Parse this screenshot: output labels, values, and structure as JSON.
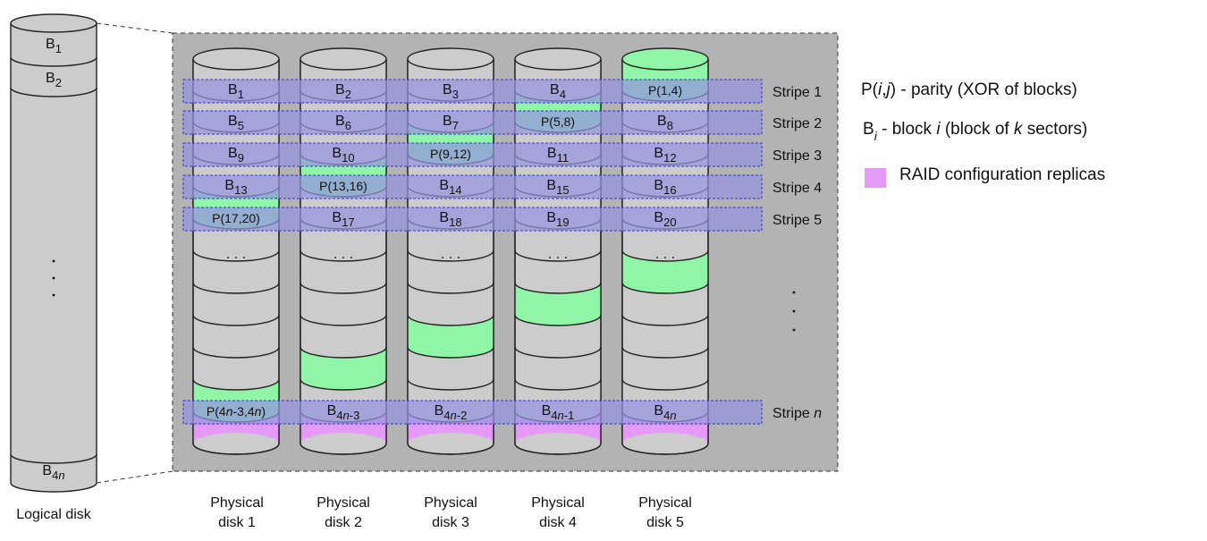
{
  "colors": {
    "disk_gray": "#cccccc",
    "panel_gray": "#b3b3b3",
    "parity_green": "#90f5a6",
    "stripe_blue": "#9494e0",
    "stripe_border": "#2e32d8",
    "raid_magenta": "#e59af7",
    "stroke": "#222222"
  },
  "logical_disk": {
    "caption": "Logical disk",
    "top_blocks": [
      "B1",
      "B2"
    ],
    "bottom_block": "B4n",
    "ellipsis": ". . ."
  },
  "stripes": {
    "labels": [
      "Stripe 1",
      "Stripe 2",
      "Stripe 3",
      "Stripe 4",
      "Stripe 5"
    ],
    "last_label": {
      "prefix": "Stripe ",
      "var": "n"
    },
    "ellipsis": ". . ."
  },
  "disks": [
    {
      "caption_line1": "Physical",
      "caption_line2": "disk 1",
      "cells": [
        {
          "base": "B",
          "sub": "1",
          "parity": false
        },
        {
          "base": "B",
          "sub": "5",
          "parity": false
        },
        {
          "base": "B",
          "sub": "9",
          "parity": false
        },
        {
          "base": "B",
          "sub": "13",
          "parity": false
        },
        {
          "base": "P(17,20)",
          "sub": "",
          "parity": true
        }
      ],
      "last_cell": {
        "base": "P(4n-3,4n)",
        "sub": "",
        "parity": true
      },
      "ellipsis": ". . ."
    },
    {
      "caption_line1": "Physical",
      "caption_line2": "disk 2",
      "cells": [
        {
          "base": "B",
          "sub": "2",
          "parity": false
        },
        {
          "base": "B",
          "sub": "6",
          "parity": false
        },
        {
          "base": "B",
          "sub": "10",
          "parity": false
        },
        {
          "base": "P(13,16)",
          "sub": "",
          "parity": true
        },
        {
          "base": "B",
          "sub": "17",
          "parity": false
        }
      ],
      "last_cell": {
        "base": "B",
        "sub": "4n-3",
        "parity": false
      },
      "ellipsis": ". . ."
    },
    {
      "caption_line1": "Physical",
      "caption_line2": "disk 3",
      "cells": [
        {
          "base": "B",
          "sub": "3",
          "parity": false
        },
        {
          "base": "B",
          "sub": "7",
          "parity": false
        },
        {
          "base": "P(9,12)",
          "sub": "",
          "parity": true
        },
        {
          "base": "B",
          "sub": "14",
          "parity": false
        },
        {
          "base": "B",
          "sub": "18",
          "parity": false
        }
      ],
      "last_cell": {
        "base": "B",
        "sub": "4n-2",
        "parity": false
      },
      "ellipsis": ". . ."
    },
    {
      "caption_line1": "Physical",
      "caption_line2": "disk 4",
      "cells": [
        {
          "base": "B",
          "sub": "4",
          "parity": false
        },
        {
          "base": "P(5,8)",
          "sub": "",
          "parity": true
        },
        {
          "base": "B",
          "sub": "11",
          "parity": false
        },
        {
          "base": "B",
          "sub": "15",
          "parity": false
        },
        {
          "base": "B",
          "sub": "19",
          "parity": false
        }
      ],
      "last_cell": {
        "base": "B",
        "sub": "4n-1",
        "parity": false
      },
      "ellipsis": ". . ."
    },
    {
      "caption_line1": "Physical",
      "caption_line2": "disk 5",
      "cells": [
        {
          "base": "P(1,4)",
          "sub": "",
          "parity": true
        },
        {
          "base": "B",
          "sub": "8",
          "parity": false
        },
        {
          "base": "B",
          "sub": "12",
          "parity": false
        },
        {
          "base": "B",
          "sub": "16",
          "parity": false
        },
        {
          "base": "B",
          "sub": "20",
          "parity": false
        }
      ],
      "last_cell": {
        "base": "B",
        "sub": "4n",
        "parity": false
      },
      "ellipsis": ". . ."
    }
  ],
  "legend": {
    "parity_prefix": "P(",
    "parity_i": "i",
    "parity_comma": ",",
    "parity_j": "j",
    "parity_suffix": ") - parity (XOR of blocks)",
    "block_base": "B",
    "block_sub": "i",
    "block_mid": " - block ",
    "block_i": "i",
    "block_mid2": " (block of ",
    "block_k": "k",
    "block_suffix": " sectors)",
    "raid_label": "RAID configuration replicas"
  }
}
